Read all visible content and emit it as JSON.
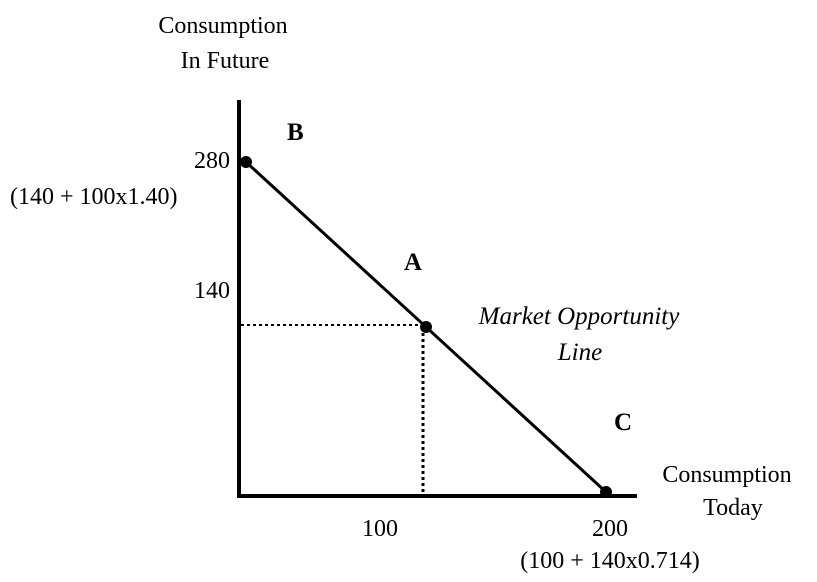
{
  "diagram": {
    "y_axis_label_line1": "Consumption",
    "y_axis_label_line2": "In Future",
    "x_axis_label_line1": "Consumption",
    "x_axis_label_line2": "Today",
    "y_tick_280": "280",
    "y_tick_280_note": "(140 + 100x1.40)",
    "y_tick_140": "140",
    "x_tick_100": "100",
    "x_tick_200": "200",
    "x_tick_200_note": "(100 + 140x0.714)",
    "point_a": "A",
    "point_b": "B",
    "point_c": "C",
    "line_label_line1": "Market Opportunity",
    "line_label_line2": "Line"
  },
  "chart_data": {
    "type": "line",
    "series": [
      {
        "name": "Market Opportunity Line",
        "x": [
          0,
          100,
          200
        ],
        "y": [
          280,
          140,
          0
        ]
      }
    ],
    "points": [
      {
        "label": "B",
        "x": 0,
        "y": 280
      },
      {
        "label": "A",
        "x": 100,
        "y": 140
      },
      {
        "label": "C",
        "x": 200,
        "y": 0
      }
    ],
    "x_ticks": [
      100,
      200
    ],
    "y_ticks": [
      140,
      280
    ]
  }
}
